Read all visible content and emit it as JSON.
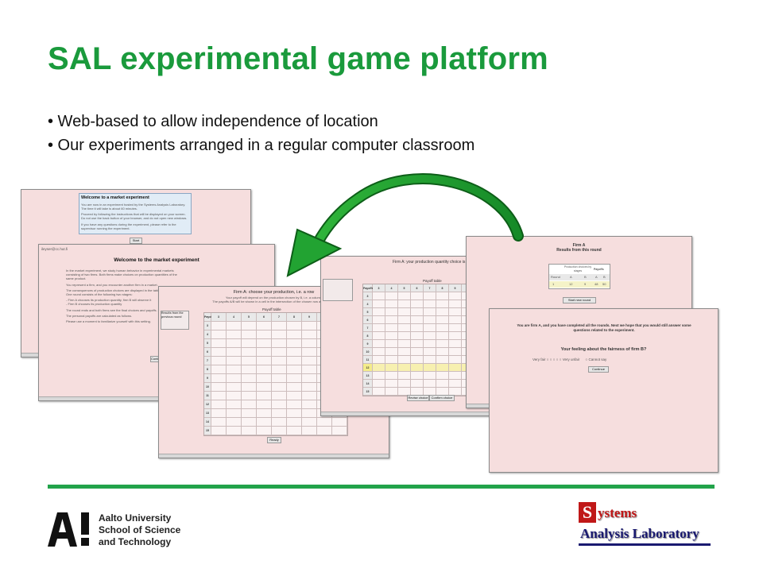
{
  "slide": {
    "title": "SAL experimental game platform",
    "bullets": [
      "• Web-based to allow independence of location",
      "• Our experiments arranged in a regular computer classroom"
    ]
  },
  "screens": {
    "welcome": {
      "heading": "Welcome to a market experiment",
      "lines": [
        "You are now in an experiment hosted by the Systems Analysis Laboratory. The time it will take is about 60 minutes.",
        "Proceed by following the instructions that will be displayed on your screen. Do not use the back button of your browser, and do not open new windows.",
        "If you have any questions during the experiment, please refer to the supervisor running the experiment."
      ],
      "start_label": "Start"
    },
    "intro": {
      "user": "ileyser@cc.hut.fi",
      "heading": "Welcome to the market experiment",
      "lines": [
        "In the market experiment, we study human behavior in experimental markets consisting of two firms. Both firms make choices on production quantities of the same product.",
        "You represent a firm, and you encounter another firm in a market.",
        "The consequences of production choices are displayed in the table.",
        "One round consists of the following two stages:",
        "- Firm A chooses its production quantity, firm B will observe it",
        "- Firm B chooses its production quantity",
        "The round ends and both firms see the final choices and payoffs.",
        "The personal payoffs are calculated as follows.",
        "Please use a moment to familiarize yourself with this setting."
      ],
      "continue_label": "Continue"
    },
    "choice": {
      "heading": "Firm A: choose your production, i.e. a row",
      "sub1": "Your payoff will depend on the production chosen by B, i.e. a column",
      "sub2": "The payoffs A/B will be shown in a cell in the intersection of the chosen row and column",
      "panel_title": "Results from the previous round",
      "table_title": "Payoff table",
      "corner": "Payoffs A/B",
      "cols": [
        "3",
        "4",
        "5",
        "6",
        "7",
        "8",
        "9",
        "10",
        "11"
      ],
      "rows": [
        "3",
        "4",
        "5",
        "6",
        "7",
        "8",
        "9",
        "10",
        "11",
        "12",
        "13",
        "14",
        "15"
      ],
      "ready_label": "Ready"
    },
    "quantity": {
      "heading": "Firm A: your production quantity choice is",
      "table_title": "Payoff table",
      "highlight_row": "12",
      "revise_label": "Revise choice",
      "confirm_label": "Confirm choice"
    },
    "results": {
      "heading": "Firm A",
      "subheading": "Results from this round",
      "col1": "Production choices by stages",
      "col2": "Payoffs",
      "hdr": [
        "Round",
        "A",
        "B",
        "A",
        "B"
      ],
      "row": [
        "1",
        "12",
        "9",
        "48",
        "50"
      ],
      "new_round_label": "Start new round"
    },
    "survey": {
      "lines": [
        "You are firm A, and you have completed all the rounds. Next we hope that you would still answer some questions related to the experiment."
      ],
      "question": "Your feeling about the fairness of firm B?",
      "left": "Very fair",
      "right": "Very unfair",
      "cannot": "Cannot say",
      "continue_label": "Continue"
    }
  },
  "footer": {
    "aalto": [
      "Aalto University",
      "School of Science",
      "and Technology"
    ],
    "sal_s": "S",
    "sal_systems": "ystems",
    "sal_analysis": "Analysis Laboratory"
  },
  "colors": {
    "accent_green": "#1a9a3c",
    "screen_pink": "#f6dede",
    "sal_red": "#c01818",
    "sal_navy": "#1a1a70"
  }
}
